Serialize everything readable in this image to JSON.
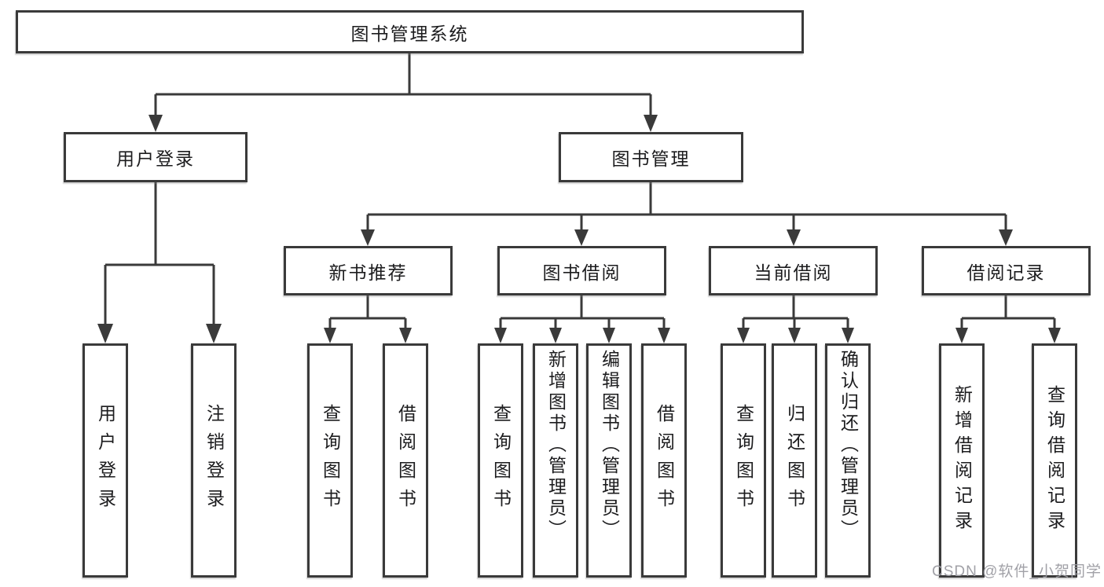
{
  "diagram_title": "图书管理系统",
  "nodes": {
    "root": {
      "label": "图书管理系统"
    },
    "user_login": {
      "label": "用户登录"
    },
    "book_mgmt": {
      "label": "图书管理"
    },
    "new_book_rec": {
      "label": "新书推荐"
    },
    "book_borrow": {
      "label": "图书借阅"
    },
    "current_borrow": {
      "label": "当前借阅"
    },
    "borrow_records": {
      "label": "借阅记录"
    },
    "leaf_user_login": {
      "label": "用户登录"
    },
    "leaf_logout": {
      "label": "注销登录"
    },
    "leaf_nb_query": {
      "label": "查询图书"
    },
    "leaf_nb_borrow": {
      "label": "借阅图书"
    },
    "leaf_bb_query": {
      "label": "查询图书"
    },
    "leaf_bb_add": {
      "label": "新增图书（管理员）"
    },
    "leaf_bb_edit": {
      "label": "编辑图书（管理员）"
    },
    "leaf_bb_borrow": {
      "label": "借阅图书"
    },
    "leaf_cb_query": {
      "label": "查询图书"
    },
    "leaf_cb_return": {
      "label": "归还图书"
    },
    "leaf_cb_confirm": {
      "label": "确认归还（管理员）"
    },
    "leaf_br_add": {
      "label": "新增借阅记录"
    },
    "leaf_br_query": {
      "label": "查询借阅记录"
    }
  },
  "watermark": "CSDN @软件_小贺同学",
  "colors": {
    "line": "#3a3a3a",
    "text": "#1c1c1e",
    "background": "#ffffff",
    "watermark": "#9c9ca2"
  }
}
